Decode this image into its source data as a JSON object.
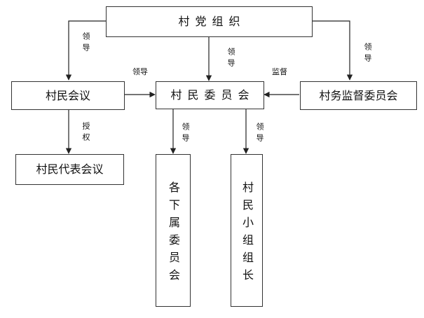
{
  "diagram": {
    "nodes": {
      "party": "村党组织",
      "assembly": "村民会议",
      "committee": "村民委员会",
      "supervision": "村务监督委员会",
      "representatives": "村民代表会议",
      "subcommittees": "各下属委员会",
      "group_leaders": "村民小组组长"
    },
    "edges": {
      "party_to_assembly": "领导",
      "party_to_committee": "领导",
      "party_to_supervision": "领导",
      "assembly_to_committee": "领导",
      "supervision_to_committee": "监督",
      "assembly_to_representatives": "授权",
      "committee_to_subcommittees": "领导",
      "committee_to_group_leaders": "领导"
    }
  }
}
